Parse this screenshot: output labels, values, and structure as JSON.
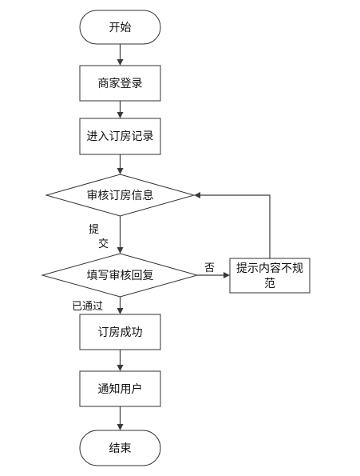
{
  "nodes": {
    "start": "开始",
    "merchant_login": "商家登录",
    "enter_booking_records": "进入订房记录",
    "review_booking_info": "审核订房信息",
    "fill_review_reply": "填写审核回复",
    "prompt_content_line1": "提示内容不规",
    "prompt_content_line2": "范",
    "booking_success": "订房成功",
    "notify_user": "通知用户",
    "end": "结束"
  },
  "edge_labels": {
    "submit_line1": "提",
    "submit_line2": "交",
    "no": "否",
    "passed": "已通过"
  }
}
